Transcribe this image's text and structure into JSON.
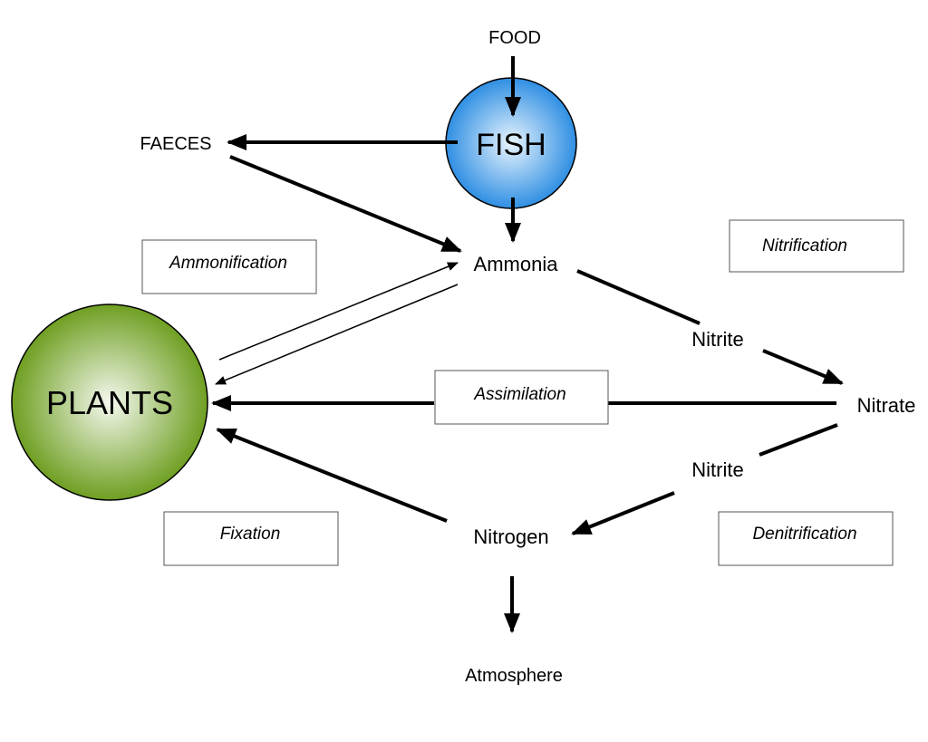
{
  "nodes": {
    "food": "FOOD",
    "fish": "FISH",
    "faeces": "FAECES",
    "ammonia": "Ammonia",
    "plants": "PLANTS",
    "nitrite_top": "Nitrite",
    "nitrate": "Nitrate",
    "nitrite_bottom": "Nitrite",
    "nitrogen": "Nitrogen",
    "atmosphere": "Atmosphere"
  },
  "processes": {
    "ammonification": "Ammonification",
    "nitrification": "Nitrification",
    "assimilation": "Assimilation",
    "fixation": "Fixation",
    "denitrification": "Denitrification"
  },
  "colors": {
    "fish_center": "#e8f4fd",
    "fish_edge": "#2f8fe3",
    "plants_center": "#f4f8ee",
    "plants_edge": "#6f9f22"
  }
}
